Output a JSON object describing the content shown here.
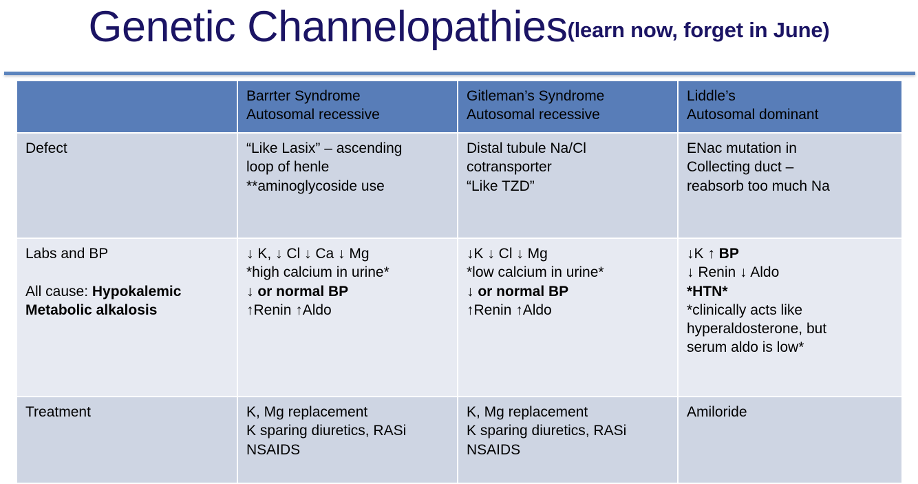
{
  "title": {
    "main": "Genetic Channelopathies",
    "subtitle": "(learn now, forget in June)",
    "color": "#1b1464"
  },
  "colors": {
    "header_bg": "#587db8",
    "row_shade_bg": "#ced5e3",
    "row_light_bg": "#e7eaf2",
    "rule": "#5b84bd",
    "text": "#000000",
    "header_text": "#ffffff"
  },
  "table": {
    "headers": [
      {
        "line1": "",
        "line2": ""
      },
      {
        "line1": "Barrter Syndrome",
        "line2": "Autosomal recessive"
      },
      {
        "line1": "Gitleman’s Syndrome",
        "line2": "Autosomal recessive"
      },
      {
        "line1": "Liddle’s",
        "line2": "Autosomal dominant"
      }
    ],
    "rows": [
      {
        "label": "Defect",
        "label_bold_part": "",
        "cells": [
          "“Like Lasix” – ascending\nloop of henle\n**aminoglycoside use",
          "Distal tubule Na/Cl\ncotransporter\n“Like TZD”",
          "ENac mutation in\nCollecting duct –\nreabsorb too much Na"
        ]
      },
      {
        "label": "Labs and BP",
        "label_line2": "",
        "label_line3_plain": "All cause: ",
        "label_line3_bold": "Hypokalemic\nMetabolic alkalosis",
        "cells": [
          {
            "lines": [
              {
                "text": "↓ K, ↓ Cl ↓ Ca ↓ Mg",
                "bold": false
              },
              {
                "text": "*high calcium in urine*",
                "bold": false
              },
              {
                "text": "↓ or normal BP",
                "bold": true
              },
              {
                "text": "↑Renin ↑Aldo",
                "bold": false
              }
            ]
          },
          {
            "lines": [
              {
                "text": "↓K ↓ Cl ↓ Mg",
                "bold": false
              },
              {
                "text": "*low calcium in urine*",
                "bold": false
              },
              {
                "text": "↓ or normal BP",
                "bold": true
              },
              {
                "text": "↑Renin ↑Aldo",
                "bold": false
              }
            ]
          },
          {
            "lines": [
              {
                "text": "↓K ",
                "bold": false,
                "suffix_bold": "↑ BP"
              },
              {
                "text": "↓ Renin ↓ Aldo",
                "bold": false
              },
              {
                "text": "*HTN*",
                "bold": true
              },
              {
                "text": "*clinically acts like",
                "bold": false
              },
              {
                "text": "hyperaldosterone, but",
                "bold": false
              },
              {
                "text": "serum aldo is low*",
                "bold": false
              }
            ]
          }
        ]
      },
      {
        "label": "Treatment",
        "cells": [
          "K, Mg replacement\nK sparing diuretics, RASi\nNSAIDS",
          "K, Mg replacement\nK sparing diuretics, RASi\nNSAIDS",
          "Amiloride"
        ]
      }
    ]
  }
}
